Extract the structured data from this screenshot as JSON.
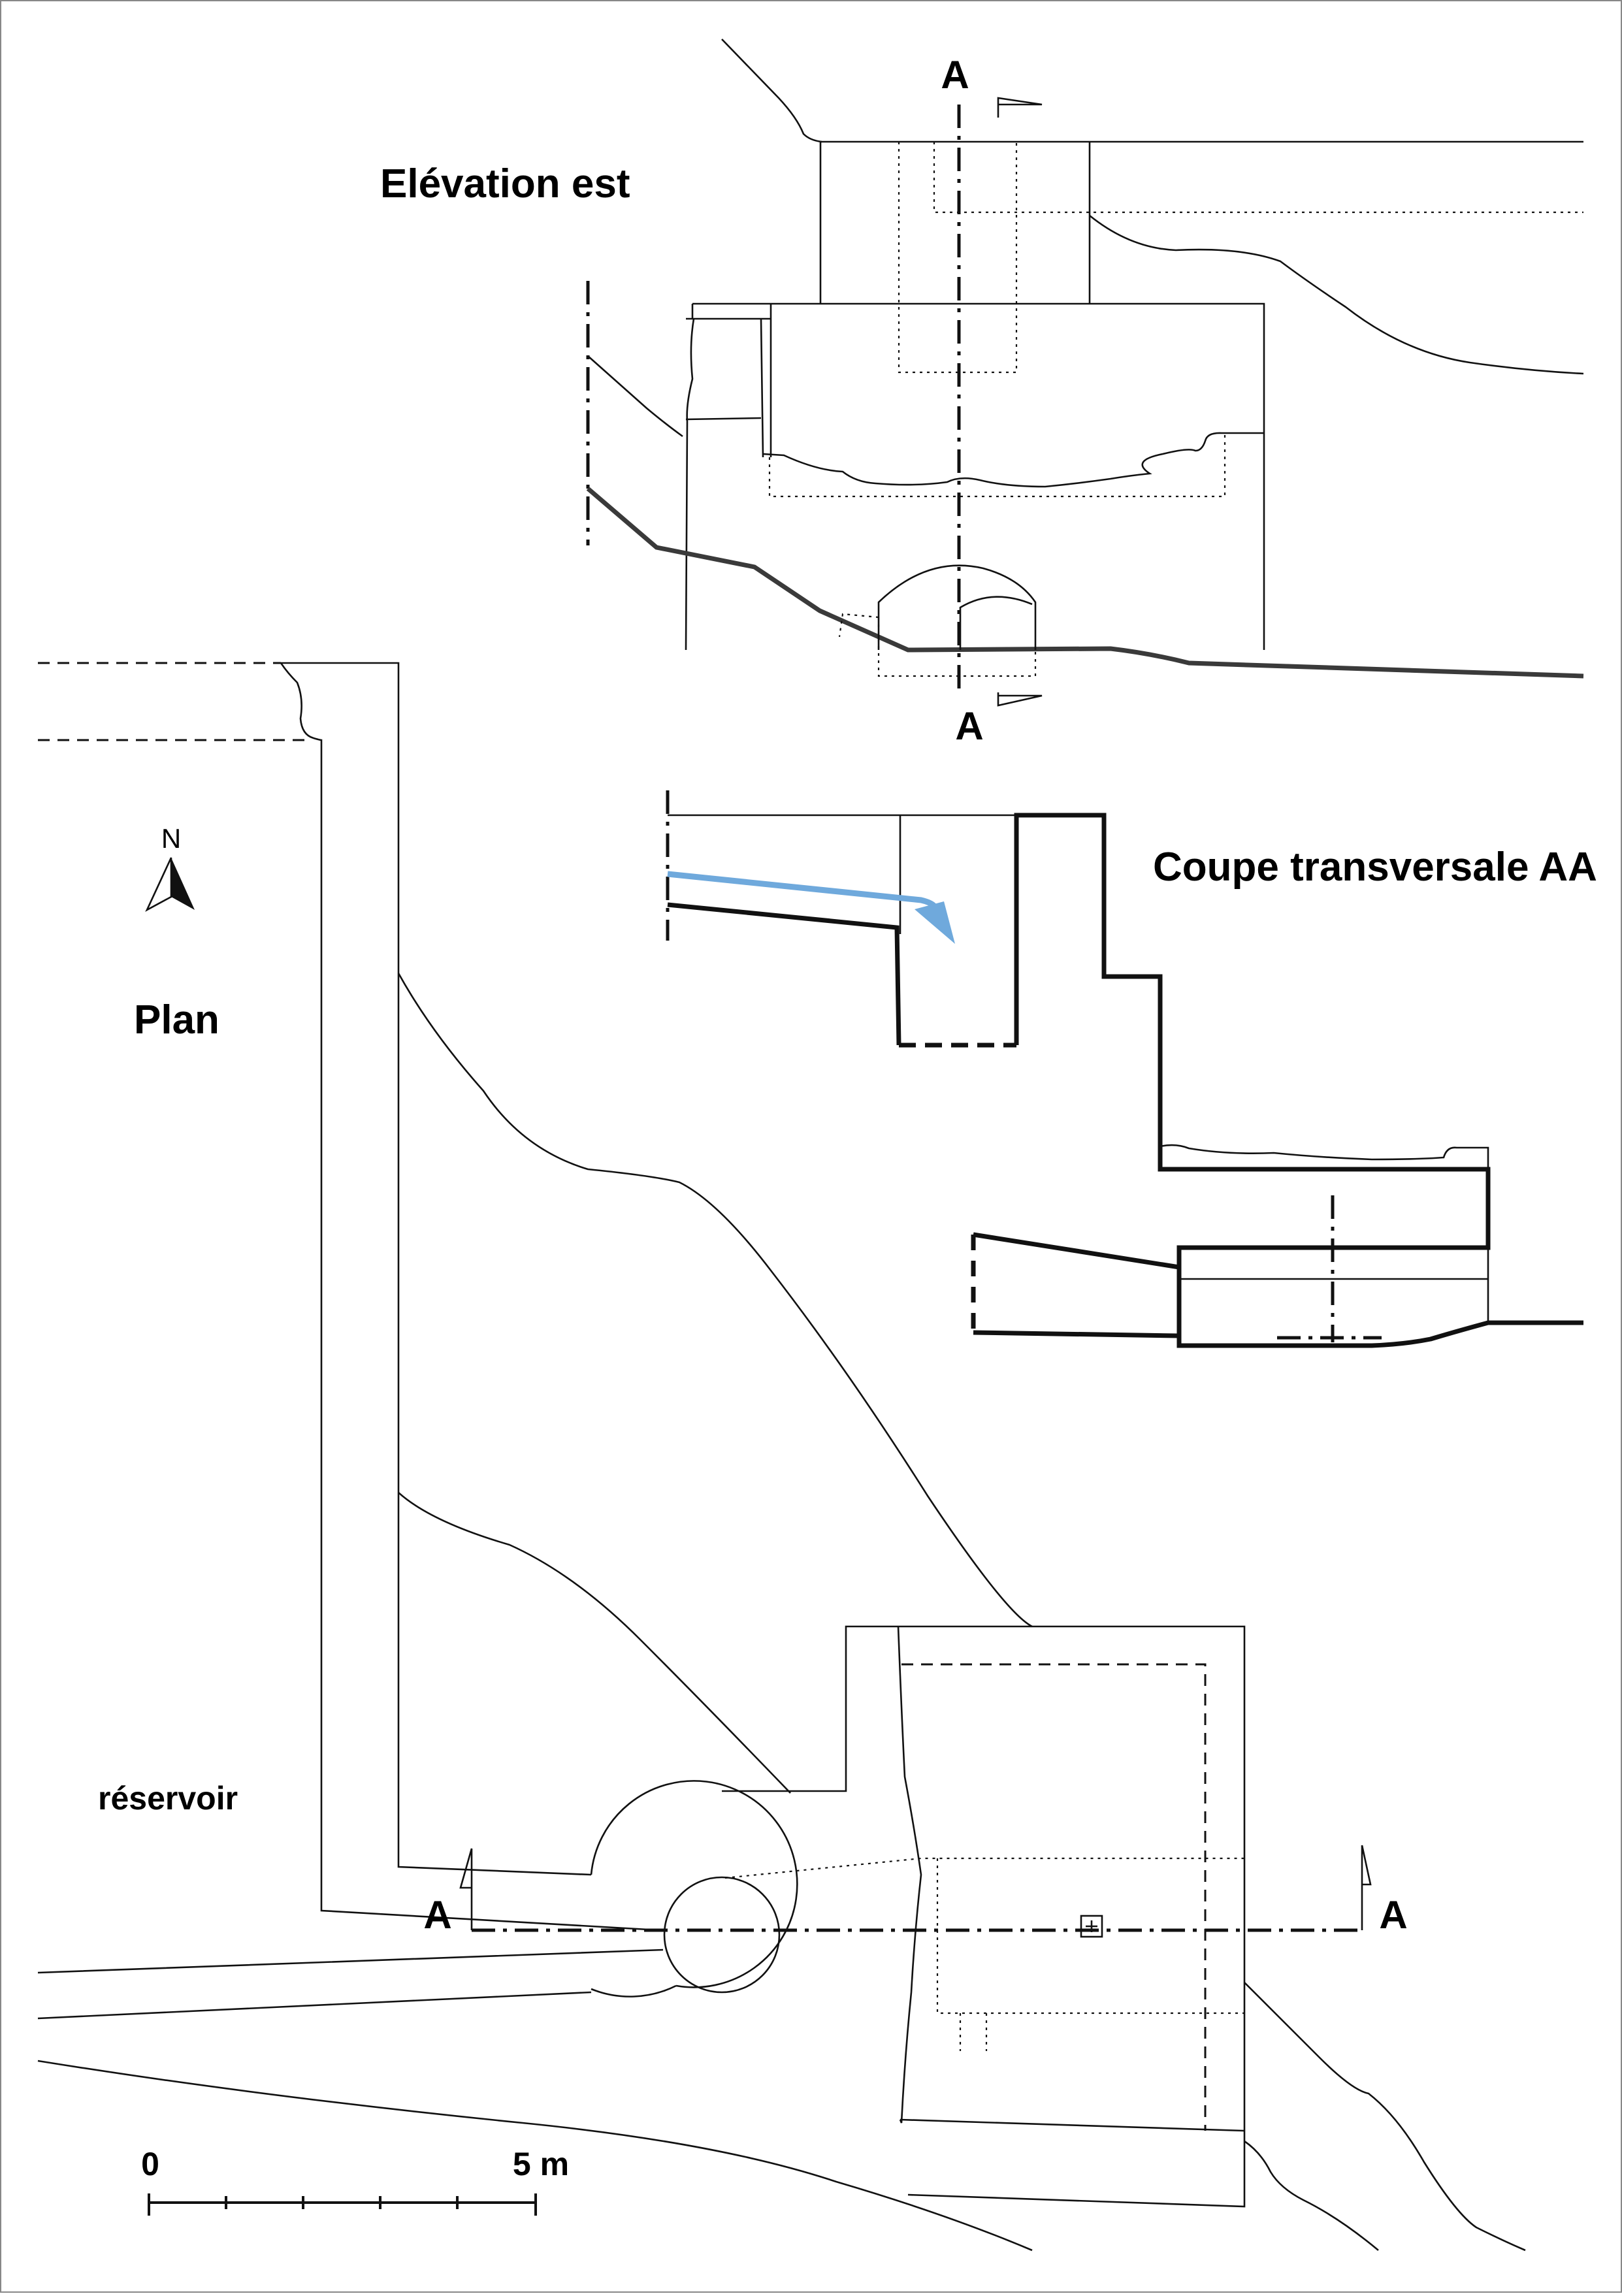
{
  "labels": {
    "elevation_title": "Elévation est",
    "section_title": "Coupe transversale AA",
    "plan_title": "Plan",
    "reservoir": "réservoir",
    "north": "N",
    "section_marker": "A",
    "scale_start": "0",
    "scale_end": "5 m"
  },
  "colors": {
    "flow_arrow": "#6fa9dc",
    "line": "#111111",
    "heavy_line": "#3a3a3a"
  },
  "icons": {
    "north_arrow": "north-arrow-icon",
    "flow_arrow": "flow-arrow-icon",
    "section_flag": "section-flag-icon",
    "scale_bar": "scale-bar-icon"
  }
}
